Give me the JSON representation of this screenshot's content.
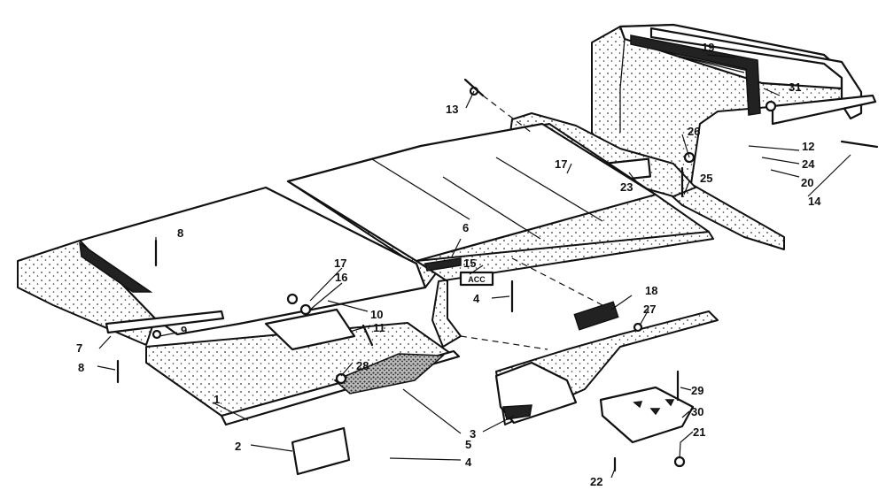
{
  "diagram": {
    "callouts": [
      {
        "id": "c1",
        "text": "1"
      },
      {
        "id": "c2",
        "text": "2"
      },
      {
        "id": "c3",
        "text": "3"
      },
      {
        "id": "c4a",
        "text": "4"
      },
      {
        "id": "c4b",
        "text": "4"
      },
      {
        "id": "c5",
        "text": "5"
      },
      {
        "id": "c6",
        "text": "6"
      },
      {
        "id": "c7",
        "text": "7"
      },
      {
        "id": "c8a",
        "text": "8"
      },
      {
        "id": "c8b",
        "text": "8"
      },
      {
        "id": "c9",
        "text": "9"
      },
      {
        "id": "c10",
        "text": "10"
      },
      {
        "id": "c11",
        "text": "11"
      },
      {
        "id": "c12",
        "text": "12"
      },
      {
        "id": "c13",
        "text": "13"
      },
      {
        "id": "c14",
        "text": "14"
      },
      {
        "id": "c15",
        "text": "15"
      },
      {
        "id": "c16",
        "text": "16"
      },
      {
        "id": "c17a",
        "text": "17"
      },
      {
        "id": "c17b",
        "text": "17"
      },
      {
        "id": "c18",
        "text": "18"
      },
      {
        "id": "c19",
        "text": "19"
      },
      {
        "id": "c20",
        "text": "20"
      },
      {
        "id": "c21",
        "text": "21"
      },
      {
        "id": "c22",
        "text": "22"
      },
      {
        "id": "c23",
        "text": "23"
      },
      {
        "id": "c24",
        "text": "24"
      },
      {
        "id": "c25",
        "text": "25"
      },
      {
        "id": "c26",
        "text": "26"
      },
      {
        "id": "c27",
        "text": "27"
      },
      {
        "id": "c28",
        "text": "28"
      },
      {
        "id": "c29",
        "text": "29"
      },
      {
        "id": "c30",
        "text": "30"
      },
      {
        "id": "c31",
        "text": "31"
      }
    ],
    "decal_text": "ACC"
  }
}
